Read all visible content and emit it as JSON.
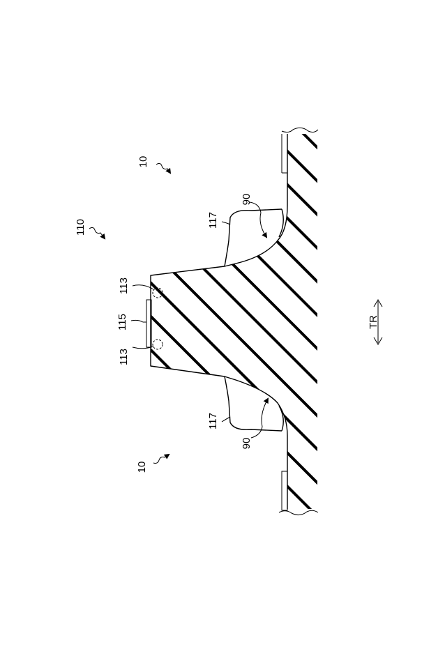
{
  "figure": {
    "reference_labels": {
      "ref_10_right": "10",
      "ref_10_left": "10",
      "ref_110": "110",
      "ref_113_right": "113",
      "ref_113_left": "113",
      "ref_115": "115",
      "ref_117_right": "117",
      "ref_117_left": "117",
      "ref_90_right": "90",
      "ref_90_left": "90",
      "ref_tr": "TR"
    }
  }
}
